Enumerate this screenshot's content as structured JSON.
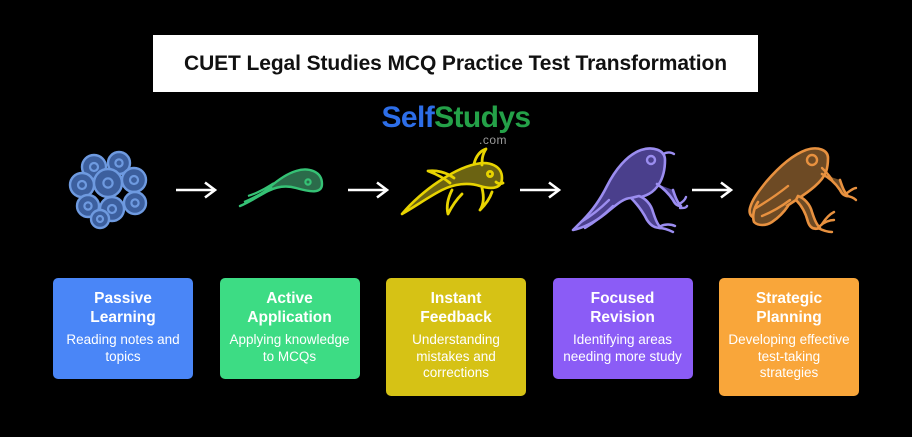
{
  "header": {
    "title": "CUET Legal Studies MCQ Practice Test Transformation",
    "title_bg": "#ffffff",
    "title_color": "#111111"
  },
  "logo": {
    "part_one": "Self",
    "part_two": "Studys",
    "suffix": ".com",
    "color_one": "#2d6ee8",
    "color_two": "#24a148",
    "suffix_color": "#9a9a9a"
  },
  "background": "#000000",
  "arrow": {
    "symbol": "arrow-right",
    "color": "#ffffff",
    "count": 4
  },
  "stages": [
    {
      "illustration": "frog-eggs-icon",
      "illustration_color": "#4a7fd4",
      "title": "Passive\nLearning",
      "title_line1": "Passive",
      "title_line2": "Learning",
      "description": "Reading notes and topics",
      "card_color": "#4a86f7"
    },
    {
      "illustration": "tadpole-icon",
      "illustration_color": "#2fa86a",
      "title_line1": "Active",
      "title_line2": "Application",
      "description": "Applying knowledge to MCQs",
      "card_color": "#3ddc84"
    },
    {
      "illustration": "tadpole-with-legs-icon",
      "illustration_color": "#e8d400",
      "title_line1": "Instant",
      "title_line2": "Feedback",
      "description": "Understanding mistakes and corrections",
      "card_color": "#d6c215"
    },
    {
      "illustration": "froglet-icon",
      "illustration_color": "#8b7de0",
      "title_line1": "Focused",
      "title_line2": "Revision",
      "description": "Identifying areas needing more study",
      "card_color": "#8b5cf6"
    },
    {
      "illustration": "adult-frog-icon",
      "illustration_color": "#e58a3c",
      "title_line1": "Strategic",
      "title_line2": "Planning",
      "description": "Developing effective test-taking strategies",
      "card_color": "#f9a63a"
    }
  ]
}
